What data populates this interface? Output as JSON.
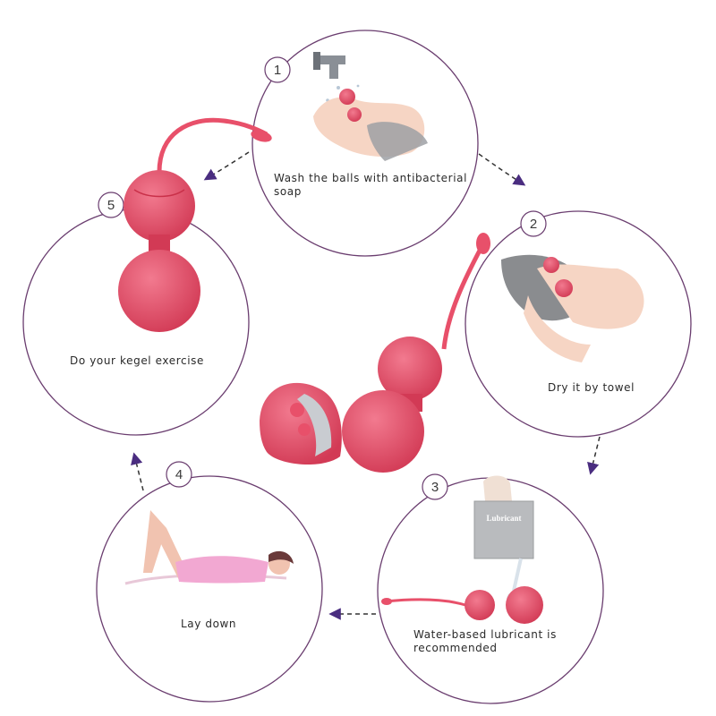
{
  "steps": [
    {
      "number": "1",
      "text": "Wash the balls with antibacterial soap"
    },
    {
      "number": "2",
      "text": "Dry it by towel"
    },
    {
      "number": "3",
      "text": "Water-based lubricant is recommended"
    },
    {
      "number": "4",
      "text": "Lay down"
    },
    {
      "number": "5",
      "text": "Do your kegel exercise"
    }
  ],
  "lubricant_pack_label": "Lubricant",
  "colors": {
    "outline": "#6a3d6f",
    "product": "#e8506a",
    "arrow": "#4a2d80"
  }
}
